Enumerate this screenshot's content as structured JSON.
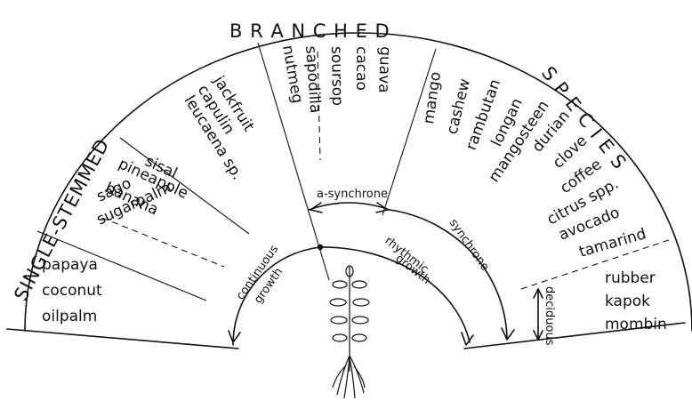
{
  "group_titles": {
    "single_stemmed": "SINGLE-STEMMED",
    "branched": "B R A N C H E D",
    "species": "S P E C I E S"
  },
  "species": {
    "single_stemmed": [
      "papaya",
      "coconut",
      "oilpalm"
    ],
    "sago_group": [
      "sago",
      "sugarpalm"
    ],
    "sisal_group": [
      "sisal",
      "pineapple",
      "banana"
    ],
    "jackfruit_group": [
      "jackfruit",
      "capulin",
      "leucaena sp."
    ],
    "nutmeg_group": [
      "nutmeg"
    ],
    "asynchrone_group": [
      "sapodilla",
      "soursop",
      "cacao",
      "guava"
    ],
    "synchrone_group": [
      "mango",
      "cashew",
      "rambutan",
      "longan",
      "mangosteen",
      "durian",
      "clove",
      "coffee",
      "citrus spp.",
      "avocado",
      "tamarind"
    ],
    "deciduous_group": [
      "rubber",
      "kapok",
      "mombin"
    ]
  },
  "annotations": {
    "continuous_growth": [
      "continuous",
      "growth"
    ],
    "rhythmic_growth": [
      "rhythmic",
      "growth"
    ],
    "a_synchrone": "a-synchrone",
    "synchrone": "synchrone",
    "deciduous": "deciduous"
  },
  "icons": {
    "seedling": "seedling-icon"
  }
}
